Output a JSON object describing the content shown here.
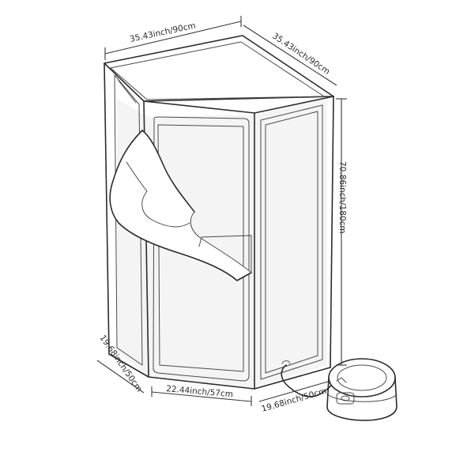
{
  "dimensions": {
    "top_left": "35.43inch/90cm",
    "top_right": "35.43inch/90cm",
    "height": "70.86inch/180cm",
    "left_depth": "19.68inch/50cm",
    "front_width": "22.44inch/57cm",
    "right_depth": "19.68inch/50cm"
  }
}
